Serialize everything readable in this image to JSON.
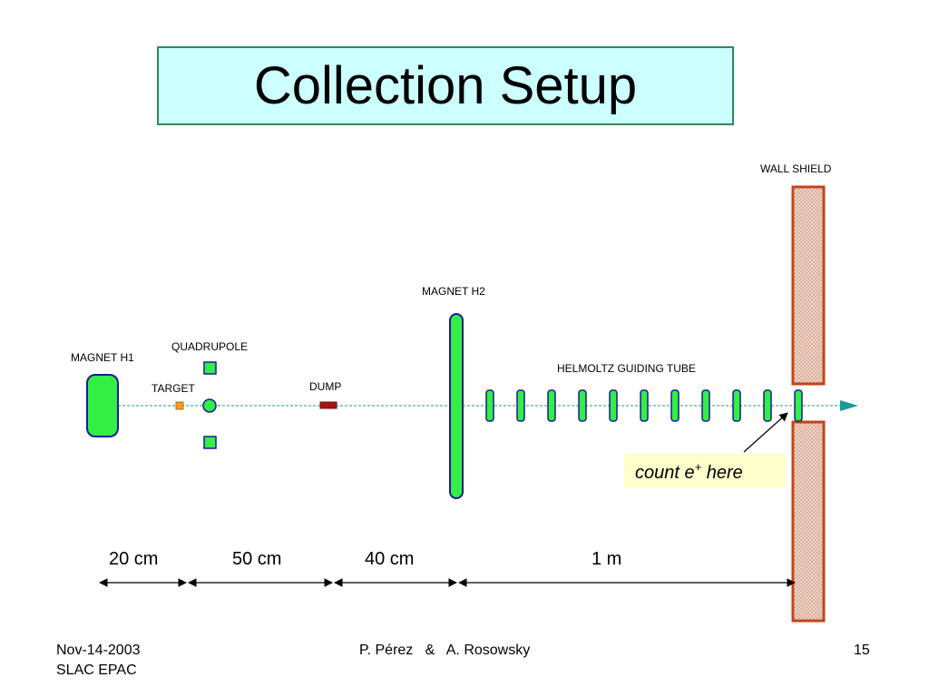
{
  "title": "Collection Setup",
  "labels": {
    "wall_shield": "WALL SHIELD",
    "magnet_h2": "MAGNET H2",
    "magnet_h1": "MAGNET H1",
    "quadrupole": "QUADRUPOLE",
    "target": "TARGET",
    "dump": "DUMP",
    "helmoltz": "HELMOLTZ GUIDING TUBE",
    "count_prefix": "count e",
    "count_sup": "+",
    "count_suffix": " here"
  },
  "distances": [
    "20 cm",
    "50 cm",
    "40 cm",
    "1 m"
  ],
  "footer": {
    "date": "Nov-14-2003",
    "org": "SLAC EPAC",
    "authors": "P. Pérez   &   A. Rosowsky",
    "page": "15"
  },
  "colors": {
    "magnet_green": "#33ee44",
    "outline_blue": "#1a1a99",
    "shield_red": "#c0441c",
    "beam_teal": "#1a9a99",
    "dump_red": "#aa1111",
    "target_orange": "#f0a020",
    "note_bg": "#ffffcc",
    "title_bg": "#ccffff"
  }
}
